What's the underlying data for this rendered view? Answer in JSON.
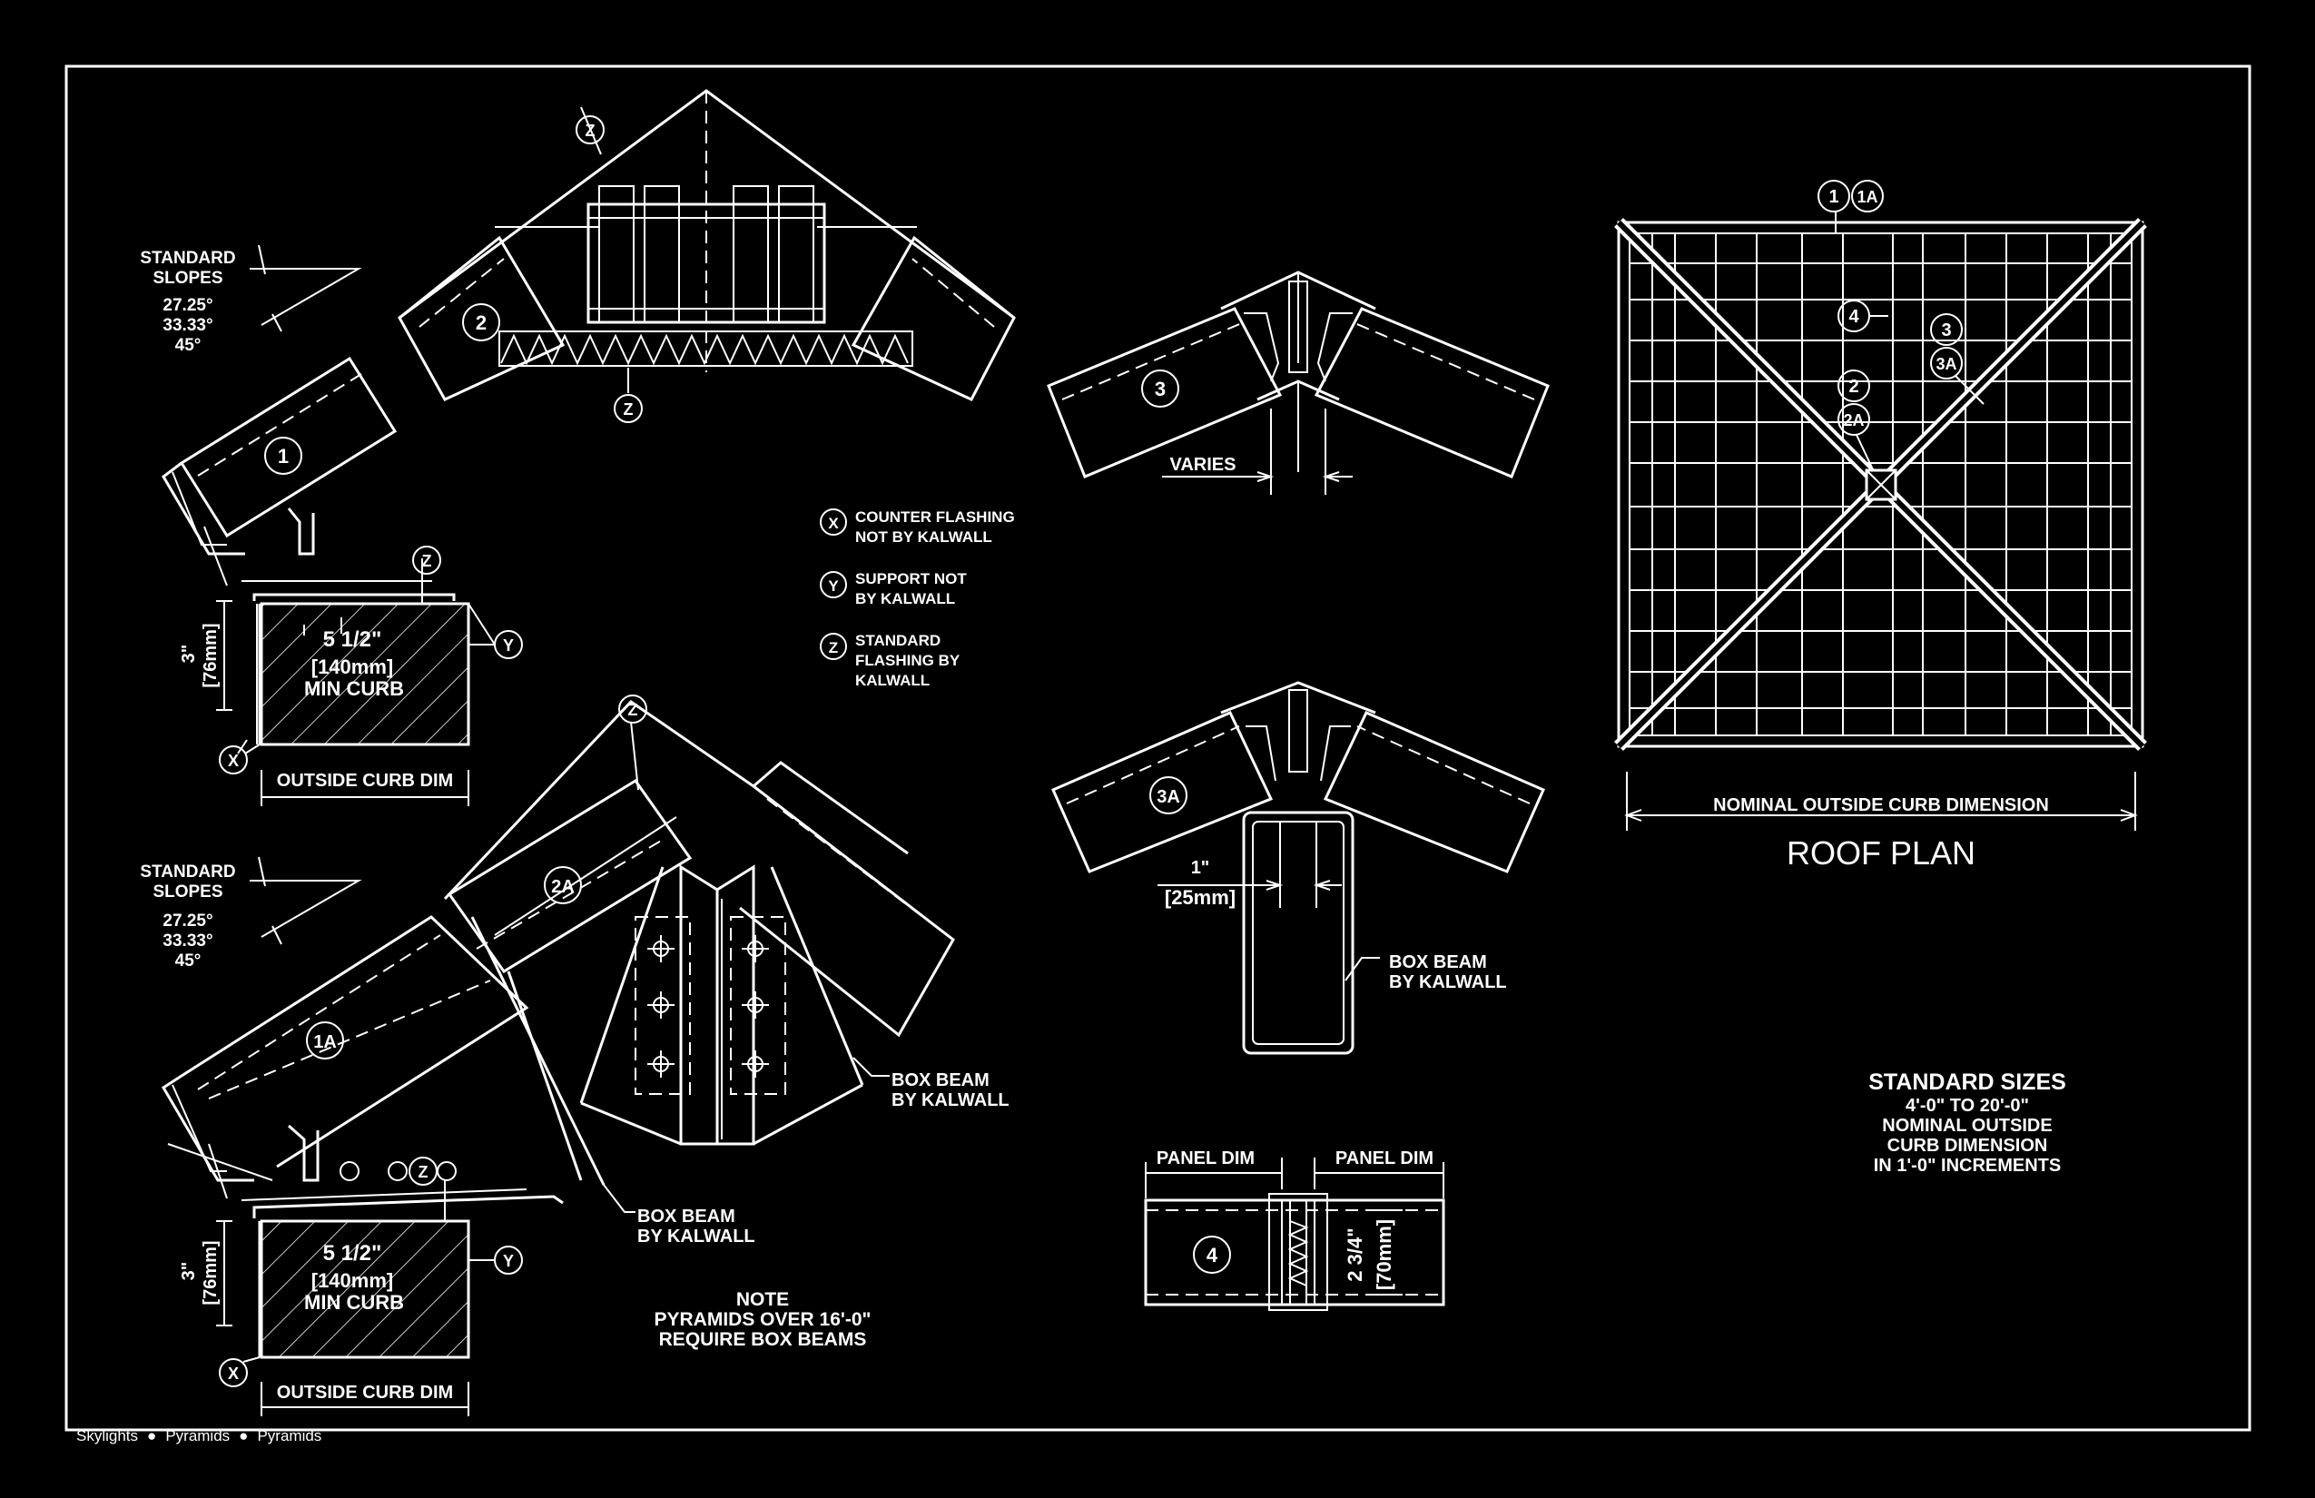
{
  "slopes": {
    "title": [
      "STANDARD",
      "SLOPES"
    ],
    "values": [
      "27.25°",
      "33.33°",
      "45°"
    ]
  },
  "tags": {
    "t1": "1",
    "t1a": "1A",
    "t2": "2",
    "t2a": "2A",
    "t3": "3",
    "t3a": "3A",
    "t4": "4",
    "x": "X",
    "y": "Y",
    "z": "Z"
  },
  "curb": {
    "height_in": "3\"",
    "height_mm": "[76mm]",
    "width_in": "5 1/2\"",
    "width_mm": "[140mm]",
    "min": "MIN CURB",
    "outside": "OUTSIDE CURB DIM"
  },
  "legend": [
    {
      "tag": "X",
      "lines": [
        "COUNTER FLASHING",
        "NOT BY KALWALL"
      ]
    },
    {
      "tag": "Y",
      "lines": [
        "SUPPORT NOT",
        "BY KALWALL"
      ]
    },
    {
      "tag": "Z",
      "lines": [
        "STANDARD",
        "FLASHING BY",
        "KALWALL"
      ]
    }
  ],
  "labels": {
    "varies": "VARIES",
    "one_in": "1\"",
    "one_mm": "[25mm]",
    "box_beam": [
      "BOX BEAM",
      "BY KALWALL"
    ],
    "panel_dim": "PANEL DIM",
    "dim4_in": "2 3/4\"",
    "dim4_mm": "[70mm]",
    "nominal": "NOMINAL OUTSIDE CURB DIMENSION",
    "roof_plan": "ROOF PLAN"
  },
  "note": {
    "title": "NOTE",
    "lines": [
      "PYRAMIDS OVER 16'-0\"",
      "REQUIRE BOX BEAMS"
    ]
  },
  "sizes": {
    "title": "STANDARD SIZES",
    "lines": [
      "4'-0\" TO 20'-0\"",
      "NOMINAL OUTSIDE",
      "CURB DIMENSION",
      "IN 1'-0\" INCREMENTS"
    ]
  },
  "footer": [
    "Skylights",
    "Pyramids",
    "Pyramids"
  ]
}
